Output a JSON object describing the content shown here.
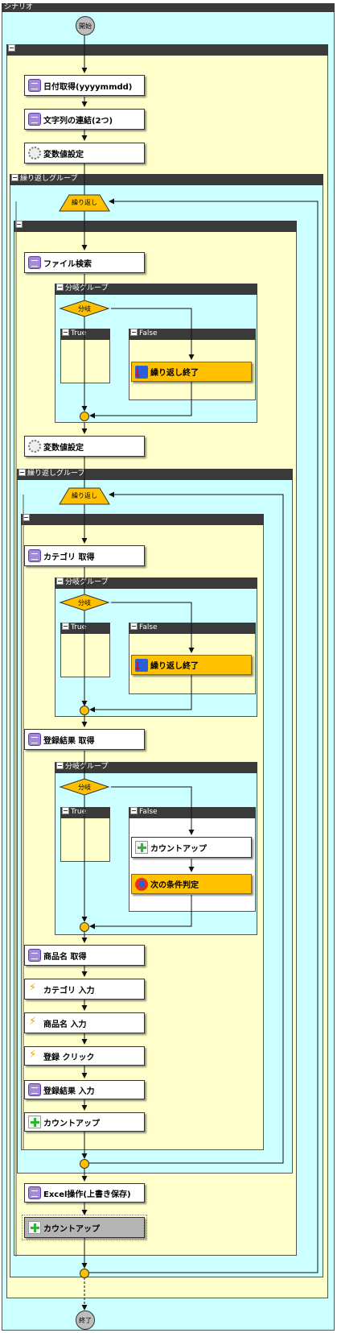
{
  "title": "シナリオ",
  "start_label": "開始",
  "end_label": "終了",
  "group_loop_label": "繰り返しグループ",
  "group_branch_label": "分岐グループ",
  "loop_label": "繰り返し",
  "branch_label": "分岐",
  "true_label": "True",
  "false_label": "False",
  "nodes": {
    "date": "日付取得(yyyymmdd)",
    "concat": "文字列の連結(2つ)",
    "varset1": "変数値設定",
    "filesearch": "ファイル検索",
    "loopend1": "繰り返し終了",
    "varset2": "変数値設定",
    "cat_get": "カテゴリ 取得",
    "loopend2": "繰り返し終了",
    "reg_get": "登録結果 取得",
    "countup1": "カウントアップ",
    "next_cond": "次の条件判定",
    "prod_get": "商品名 取得",
    "cat_input": "カテゴリ 入力",
    "prod_input": "商品名 入力",
    "reg_click": "登録 クリック",
    "reg_input": "登録結果 入力",
    "countup2": "カウントアップ",
    "excel": "Excel操作(上書き保存)",
    "countup3": "カウントアップ"
  },
  "colors": {
    "loop_bg": "#ccffff",
    "group_bg": "#ffffcc",
    "highlight": "#ffc000",
    "selected": "#b4b4b4"
  }
}
